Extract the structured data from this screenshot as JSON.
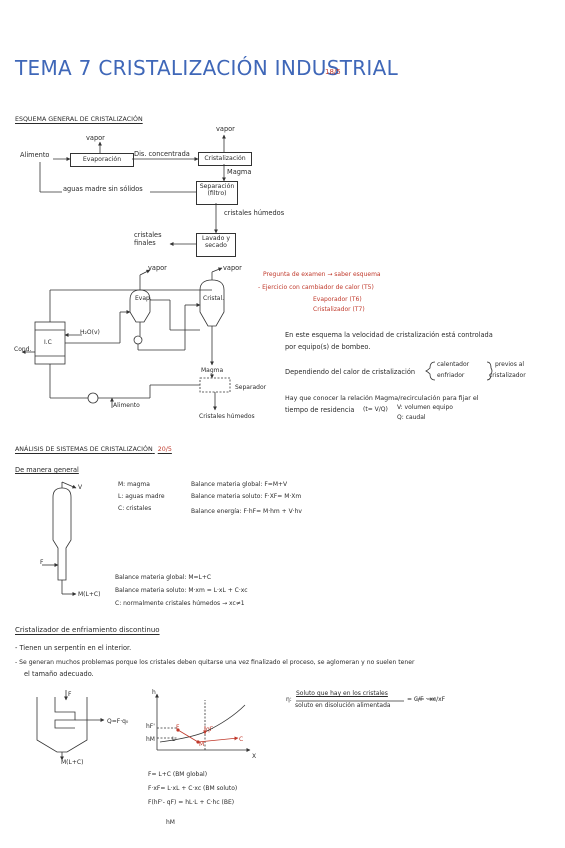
{
  "header": {
    "title": "TEMA 7 CRISTALIZACIÓN INDUSTRIAL",
    "date": "18/5"
  },
  "section1": {
    "heading": "ESQUEMA GENERAL DE CRISTALIZACIÓN",
    "flow": {
      "alimento": "Alimento",
      "evaporacion": "Evaporación",
      "vapor_left": "vapor",
      "vapor_right": "vapor",
      "dis_concentrada": "Dis. concentrada",
      "cristalizacion": "Cristalización",
      "magma": "Magma",
      "aguas_madre": "aguas madre sin sólidos",
      "separacion": "Separación (filtro)",
      "cristales_humedos": "cristales húmedos",
      "cristales_finales": "cristales finales",
      "lavado": "Lavado y secado"
    },
    "plant": {
      "vapor": "vapor",
      "vapor2": "vapor",
      "evap": "Evap.",
      "cristal": "Cristal.",
      "ic": "I.C",
      "h2o": "H₂O(v)",
      "cond": "Cond.",
      "alimento": "Alimento",
      "magma": "Magma",
      "separador": "Separador",
      "cristales_humedos": "Cristales húmedos"
    },
    "exam_notes": [
      "Pregunta de examen → saber esquema",
      "- Ejercicio con cambiador de calor (T5)",
      "Evaporador (T6)",
      "Cristalizador (T7)"
    ],
    "notes": {
      "p1_line1": "En este esquema la velocidad de cristalización está controlada",
      "p1_line2": "por equipo(s) de bombeo.",
      "p2_prefix": "Dependiendo del calor de cristalización",
      "p2_opt1": "calentador",
      "p2_opt2": "enfriador",
      "p2_suffix1": "previos al",
      "p2_suffix2": "cristalizador",
      "p3_line1": "Hay que conocer la relación Magma/recirculación para fijar el",
      "p3_line2": "tiempo de residencia",
      "p3_formula": "(t= V/Q)",
      "p3_v": "V: volumen equipo",
      "p3_q": "Q: caudal"
    }
  },
  "section2": {
    "heading": "ANÁLISIS DE SISTEMAS DE CRISTALIZACIÓN",
    "heading_date": "20/5",
    "subheading": "De manera general",
    "legend": [
      "M: magma",
      "L: aguas madre",
      "C: cristales"
    ],
    "balances": [
      "Balance materia global: F=M+V",
      "Balance materia soluto: F·XF= M·Xm",
      "Balance energía: F·hF= M·hm + V·hv"
    ],
    "diagram": {
      "v": "V",
      "f": "F",
      "m": "M(L+C)"
    },
    "balances2": [
      "Balance materia global: M=L+C",
      "Balance materia soluto: M·xm = L·xL + C·xc",
      "C: normalmente cristales húmedos → xc≠1"
    ]
  },
  "section3": {
    "heading": "Cristalizador de enfriamiento discontinuo",
    "bullets": [
      "- Tienen un serpentín en el interior.",
      "- Se generan muchos problemas porque los cristales deben quitarse una vez finalizado el proceso, se aglomeran y no suelen tener",
      "el tamaño adecuado."
    ],
    "diagram": {
      "f": "F",
      "q": "Q=F·q₀",
      "m": "M(L+C)"
    },
    "chart": {
      "h": "h",
      "x": "X",
      "hf": "hF'",
      "hm": "hM",
      "f": "F",
      "m": "M",
      "qf": "qF",
      "l": "L",
      "c": "C"
    },
    "eta_formula": {
      "eta": "η:",
      "numerator": "Soluto que hay en los cristales",
      "denominator": "soluto en disolución alimentada",
      "eq": "= C/F · xc/xF"
    },
    "balances3": [
      "F= L+C (BM global)",
      "F·xF= L·xL + C·xc (BM soluto)",
      "F(hF'- qF) = hL·L + C·hc (BE)",
      "hM"
    ]
  }
}
